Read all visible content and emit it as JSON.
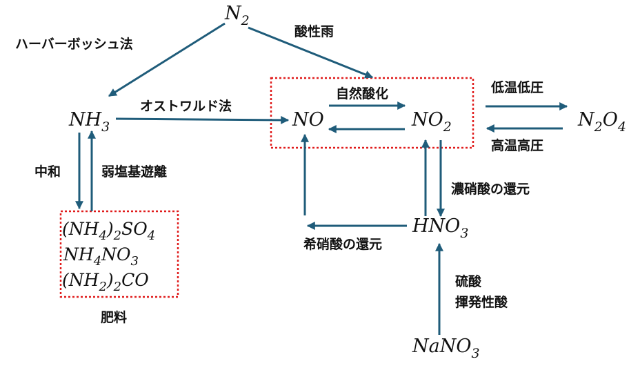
{
  "species": {
    "n2": {
      "base": "N",
      "sub": "2"
    },
    "nh3": {
      "base": "NH",
      "sub": "3"
    },
    "no": "NO",
    "no2": {
      "base": "NO",
      "sub": "2"
    },
    "n2o4": {
      "b1": "N",
      "s1": "2",
      "b2": "O",
      "s2": "4"
    },
    "hno3": {
      "base": "HNO",
      "sub": "3"
    },
    "nano3": {
      "base": "NaNO",
      "sub": "3"
    }
  },
  "fertilizers": {
    "ammonium_sulfate": {
      "p1": "(NH",
      "s1": "4",
      "p2": ")",
      "s2": "2",
      "p3": "SO",
      "s3": "4"
    },
    "ammonium_nitrate": {
      "p1": "NH",
      "s1": "4",
      "p2": "NO",
      "s2": "3"
    },
    "urea": {
      "p1": "(NH",
      "s1": "2",
      "p2": ")",
      "s2": "2",
      "p3": "CO"
    },
    "caption": "肥料"
  },
  "labels": {
    "haber_bosch": "ハーバーボッシュ法",
    "acid_rain": "酸性雨",
    "ostwald": "オストワルド法",
    "natural_oxidation": "自然酸化",
    "low_temp_low_pressure": "低温低圧",
    "high_temp_high_pressure": "高温高圧",
    "neutralization": "中和",
    "weak_base_liberation": "弱塩基遊離",
    "conc_nitric_reduction": "濃硝酸の還元",
    "dilute_nitric_reduction": "希硝酸の還元",
    "sulfuric_acid": "硫酸",
    "volatile_acid_liberation": "揮発性酸"
  },
  "colors": {
    "arrow": "#1f5c7a",
    "box": "#e01b1b"
  }
}
